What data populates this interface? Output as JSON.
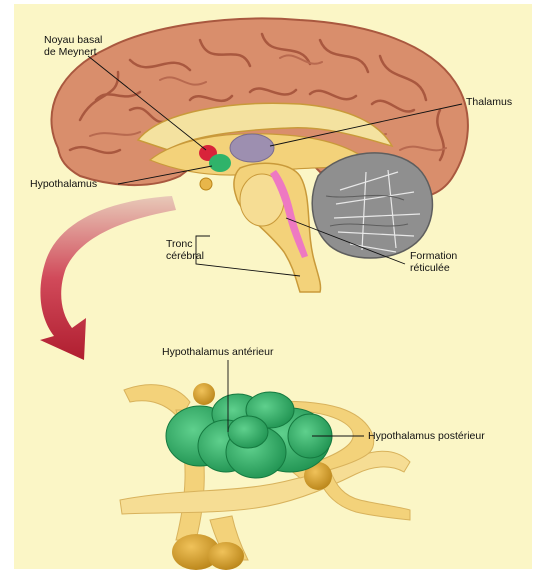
{
  "labels": {
    "noyau_line1": "Noyau basal",
    "noyau_line2": "de Meynert",
    "thalamus": "Thalamus",
    "hypothalamus": "Hypothalamus",
    "tronc_line1": "Tronc",
    "tronc_line2": "cérébral",
    "formation_line1": "Formation",
    "formation_line2": "réticulée",
    "hypo_anterieur": "Hypothalamus antérieur",
    "hypo_posterieur": "Hypothalamus postérieur"
  },
  "colors": {
    "background": "#fbf6c6",
    "cortex": "#d98e6c",
    "cortex_fold": "#a9583f",
    "hypothalamus_green": "#2fb36a",
    "tissue_yellow": "#f3d27a",
    "cerebellum_gray": "#8f8f8f",
    "arrow_red": "#c8263a"
  }
}
